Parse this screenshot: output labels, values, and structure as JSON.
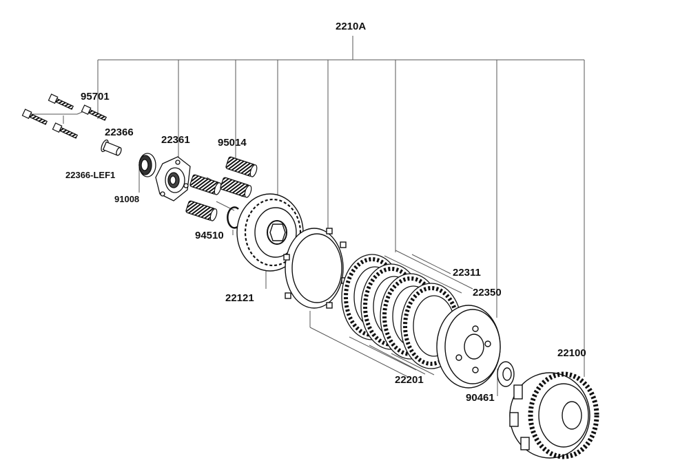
{
  "diagram": {
    "assembly_label": "2210A",
    "parts": [
      {
        "id": "95701"
      },
      {
        "id": "22366"
      },
      {
        "id": "22366-LEF1"
      },
      {
        "id": "91008"
      },
      {
        "id": "22361"
      },
      {
        "id": "95014"
      },
      {
        "id": "94510"
      },
      {
        "id": "22121"
      },
      {
        "id": "22311"
      },
      {
        "id": "22350"
      },
      {
        "id": "22201"
      },
      {
        "id": "90461"
      },
      {
        "id": "22100"
      }
    ]
  },
  "colors": {
    "line": "#111111",
    "leader": "#555555",
    "part_fill": "#ffffff",
    "shadow": "#222222"
  }
}
